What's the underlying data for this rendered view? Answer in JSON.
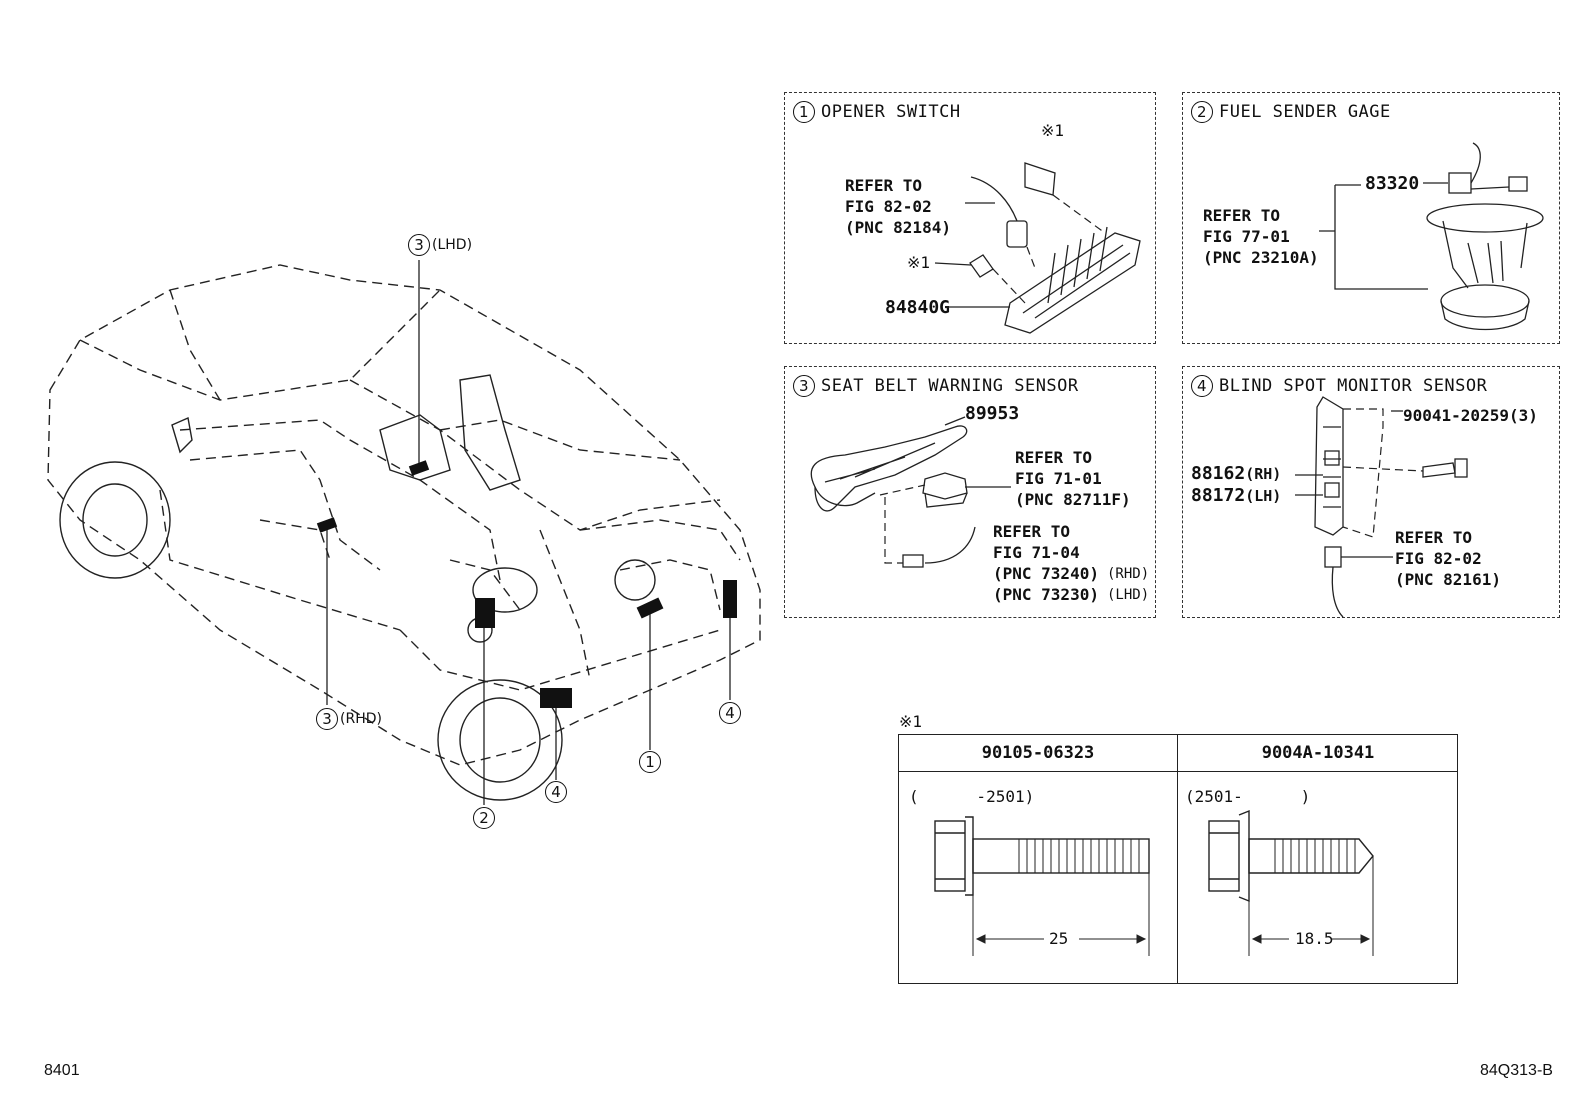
{
  "vehicle": {
    "callouts": [
      {
        "num": "3",
        "suffix": "(LHD)"
      },
      {
        "num": "3",
        "suffix": "(RHD)"
      },
      {
        "num": "2",
        "suffix": ""
      },
      {
        "num": "4",
        "suffix": ""
      },
      {
        "num": "1",
        "suffix": ""
      },
      {
        "num": "4",
        "suffix": ""
      }
    ]
  },
  "panels": {
    "opener_switch": {
      "num": "1",
      "title": "OPENER SWITCH",
      "refer": "REFER TO\nFIG 82-02\n(PNC 82184)",
      "mark_top": "※1",
      "mark_left": "※1",
      "part": "84840G"
    },
    "fuel_sender": {
      "num": "2",
      "title": "FUEL SENDER GAGE",
      "part": "83320",
      "refer": "REFER TO\nFIG 77-01\n(PNC 23210A)"
    },
    "seat_belt": {
      "num": "3",
      "title": "SEAT BELT WARNING SENSOR",
      "part": "89953",
      "refer1": "REFER TO\nFIG 71-01\n(PNC 82711F)",
      "refer2": "REFER TO\nFIG 71-04",
      "pnc_rhd": "(PNC 73240)",
      "rhd": "(RHD)",
      "pnc_lhd": "(PNC 73230)",
      "lhd": "(LHD)"
    },
    "blind_spot": {
      "num": "4",
      "title": "BLIND SPOT MONITOR SENSOR",
      "bolt": "90041-20259(3)",
      "part_rh": "88162",
      "rh": "(RH)",
      "part_lh": "88172",
      "lh": "(LH)",
      "refer": "REFER TO\nFIG 82-02\n(PNC 82161)"
    }
  },
  "bolt_table": {
    "mark": "※1",
    "columns": [
      {
        "part": "90105-06323",
        "range": "(      -2501)",
        "length": "25"
      },
      {
        "part": "9004A-10341",
        "range": "(2501-      )",
        "length": "18.5"
      }
    ]
  },
  "footer": {
    "left": "8401",
    "right": "84Q313-B"
  }
}
